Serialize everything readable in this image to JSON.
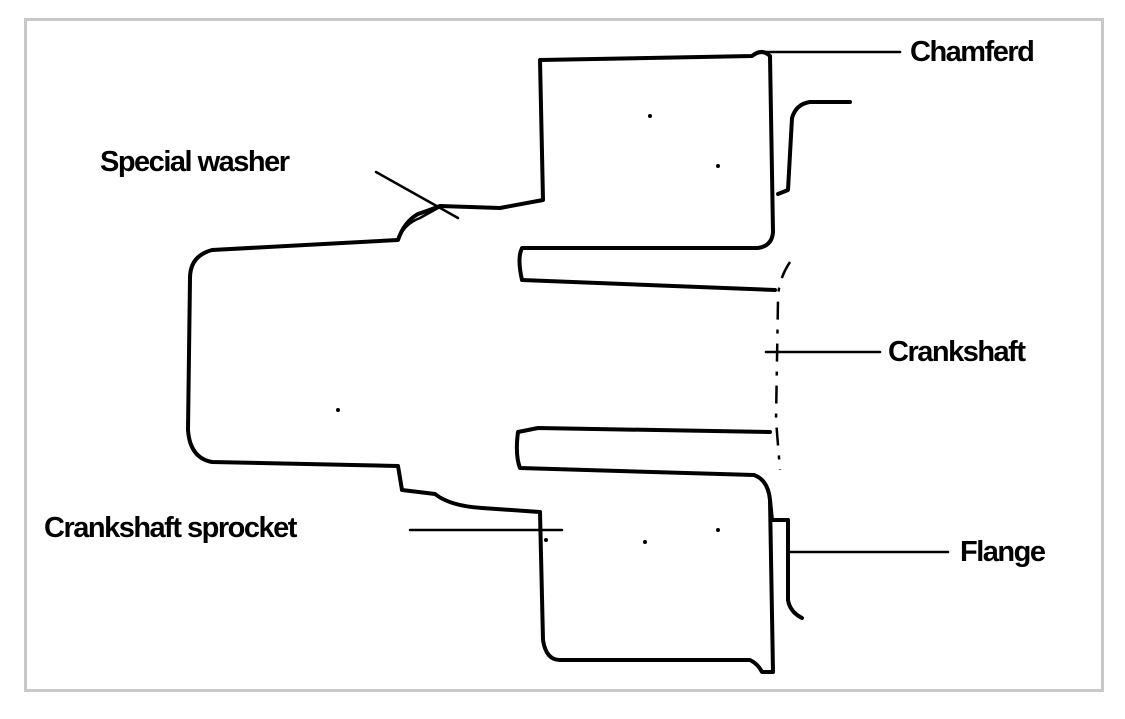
{
  "labels": {
    "chamfer": "Chamferd",
    "special_washer": "Special washer",
    "crankshaft": "Crankshaft",
    "crankshaft_sprocket": "Crankshaft sprocket",
    "flange": "Flange"
  }
}
